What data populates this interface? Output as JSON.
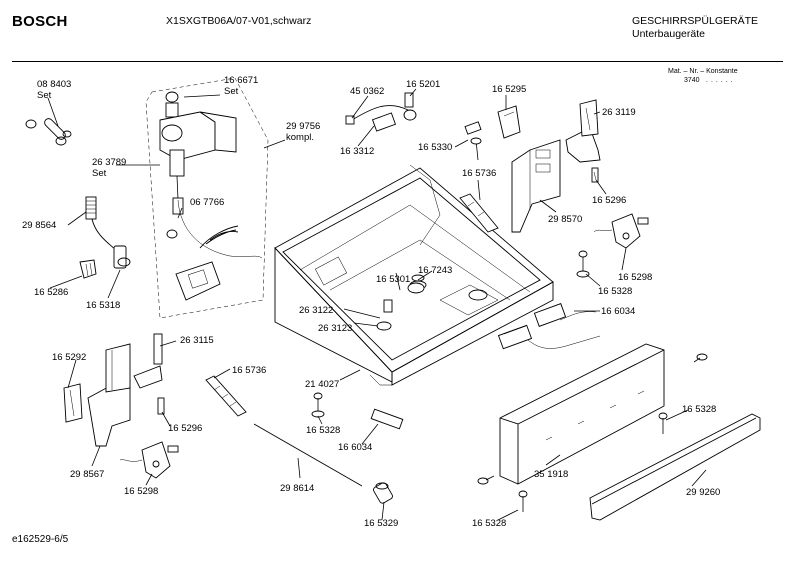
{
  "header": {
    "brand": "BOSCH",
    "model": "X1SXGTB06A/07-V01,schwarz",
    "category": "GESCHIRRSPÜLGERÄTE",
    "subcategory": "Unterbaugeräte",
    "mat_label": "Mat. – Nr. – Konstante",
    "mat_value": "3740",
    "mat_dots": "......"
  },
  "footer": {
    "code": "e162529-6/5"
  },
  "callouts": [
    "08 8403",
    "Set",
    "16 6671",
    "Set",
    "29 9756",
    "kompl.",
    "26 3789",
    "Set",
    "06 7766",
    "29 8564",
    "16 5286",
    "16 5318",
    "45 0362",
    "16 5201",
    "16 3312",
    "16 5295",
    "16 5330",
    "16 5736",
    "26 3119",
    "16 5296",
    "29 8570",
    "16 5298",
    "16 5328",
    "16 7243",
    "16 5301",
    "26 3122",
    "26 3123",
    "16 6034",
    "21 4027",
    "16 5292",
    "26 3115",
    "16 5736",
    "16 5296",
    "29 8567",
    "16 5298",
    "16 5328",
    "16 6034",
    "29 8614",
    "16 5329",
    "16 5328",
    "35 1918",
    "16 5328",
    "29 9260"
  ]
}
